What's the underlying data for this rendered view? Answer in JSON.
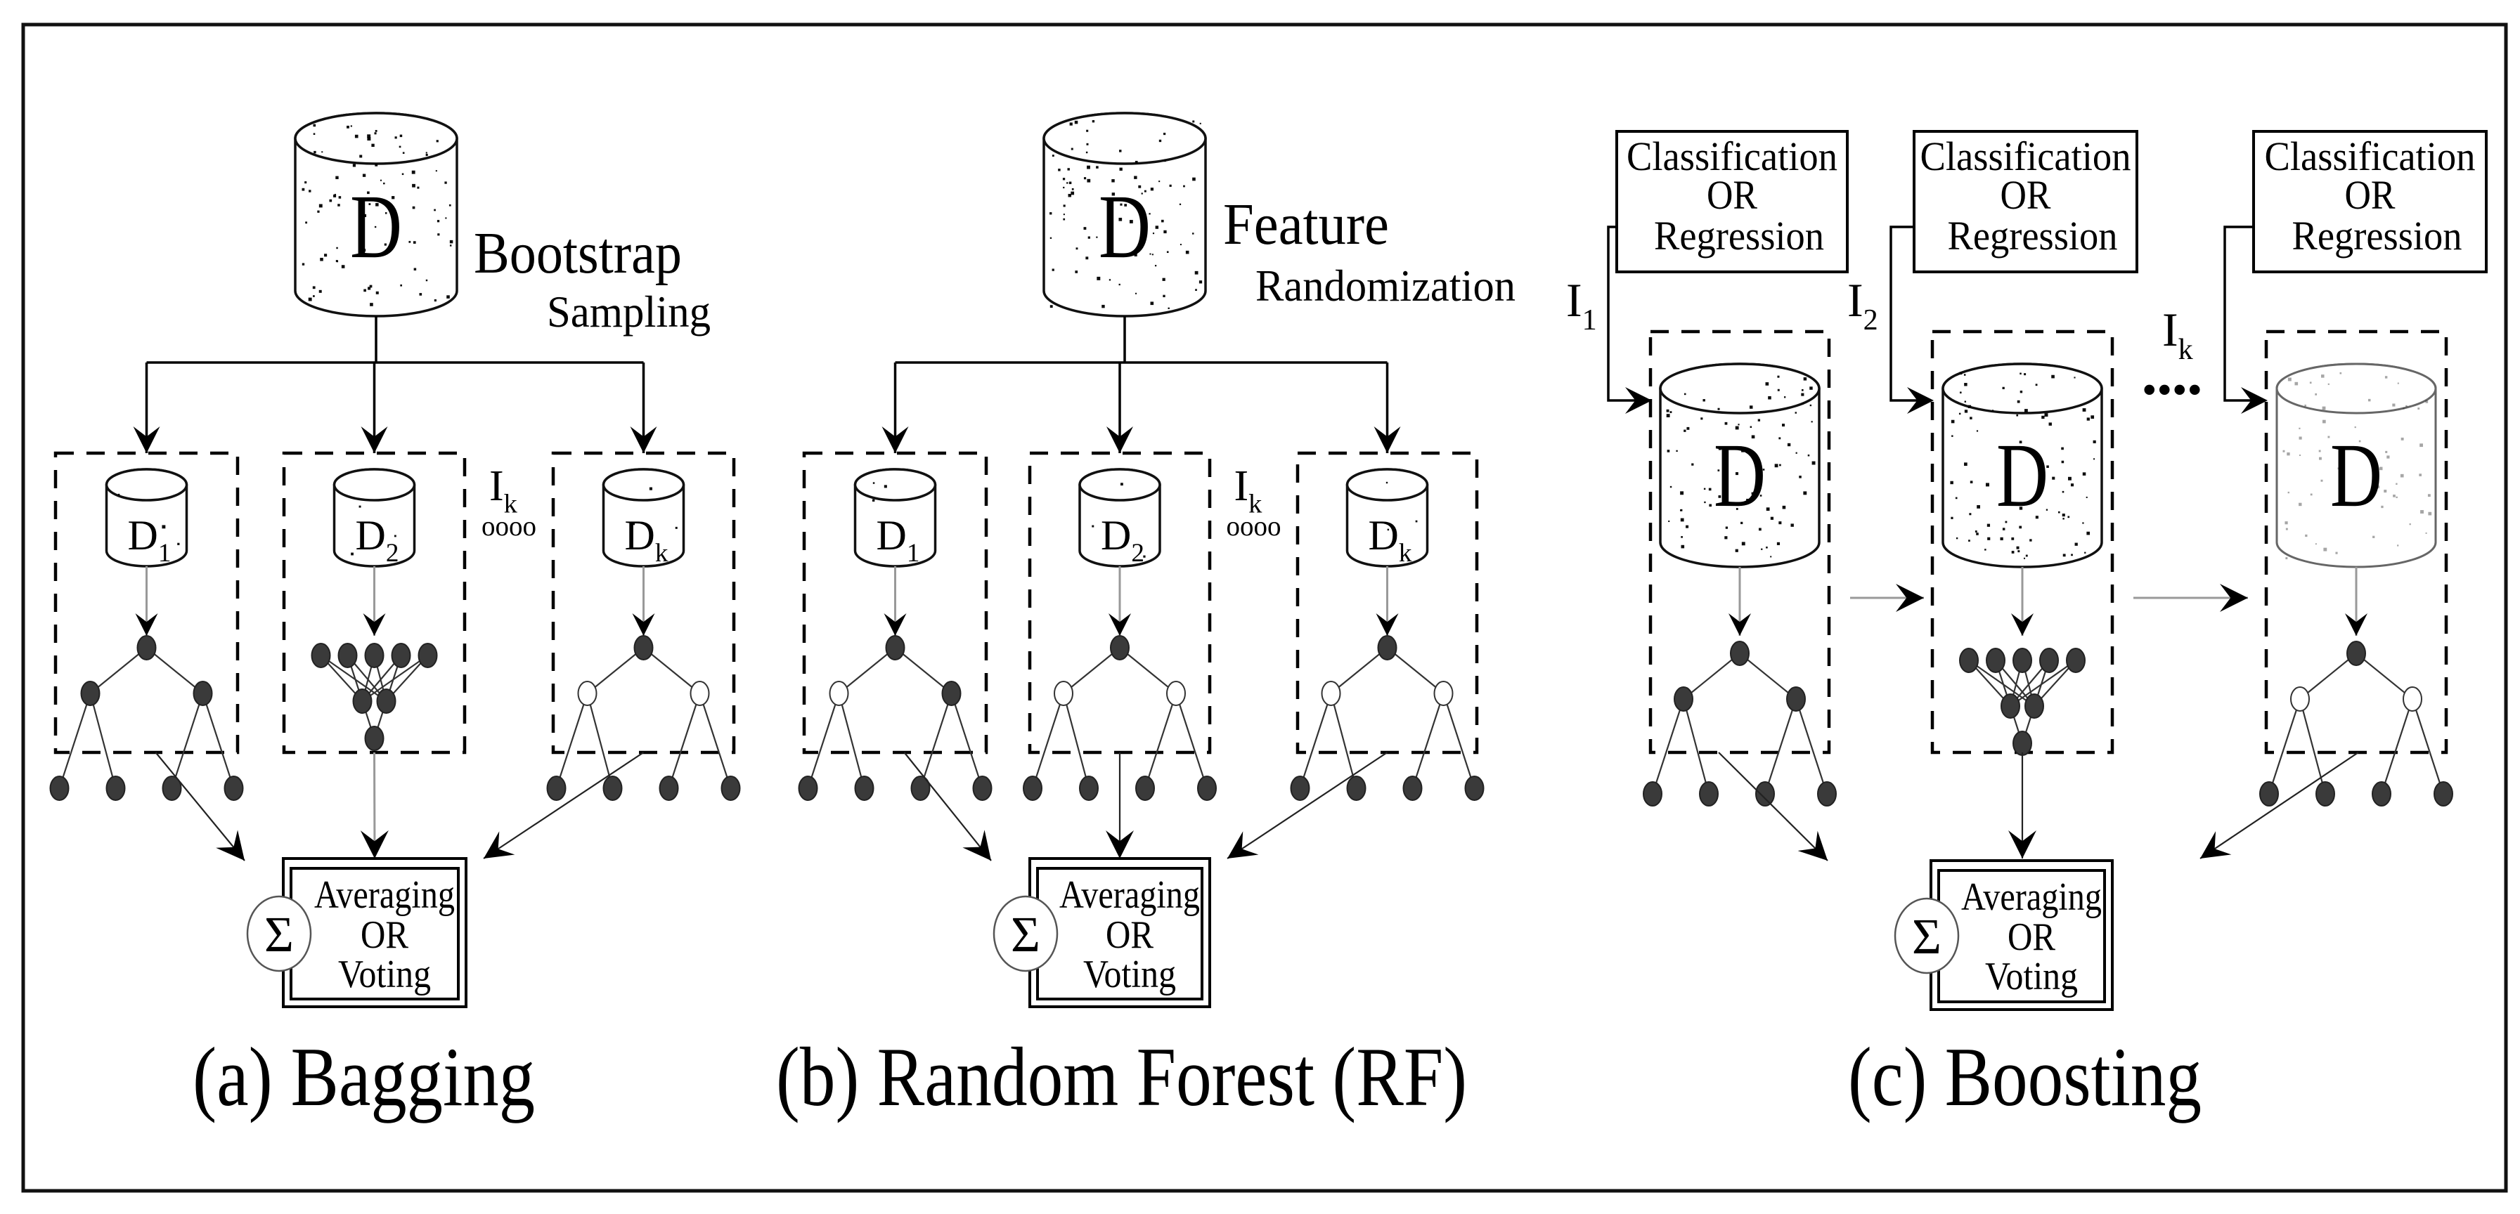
{
  "figure": {
    "panels": [
      {
        "id": "bagging",
        "caption": "(a) Bagging",
        "source_dataset_label": "D",
        "annotation_line1": "Bootstrap",
        "annotation_line2": "Sampling",
        "iteration_label": "I",
        "iteration_subscript": "k",
        "ellipsis": "oooo",
        "subsets": [
          {
            "label": "D",
            "subscript": "1",
            "model": "decision-tree",
            "open_inner_nodes": []
          },
          {
            "label": "D",
            "subscript": "2",
            "model": "neural-network",
            "open_inner_nodes": []
          },
          {
            "label": "D",
            "subscript": "k",
            "model": "decision-tree",
            "open_inner_nodes": [
              "left",
              "right"
            ]
          }
        ],
        "aggregator": {
          "symbol": "Σ",
          "line1": "Averaging",
          "line2": "OR",
          "line3": "Voting"
        }
      },
      {
        "id": "random-forest",
        "caption": "(b) Random Forest (RF)",
        "source_dataset_label": "D",
        "annotation_line1": "Feature",
        "annotation_line2": "Randomization",
        "iteration_label": "I",
        "iteration_subscript": "k",
        "ellipsis": "oooo",
        "subsets": [
          {
            "label": "D",
            "subscript": "1",
            "model": "decision-tree",
            "open_inner_nodes": [
              "left"
            ]
          },
          {
            "label": "D",
            "subscript": "2",
            "model": "decision-tree",
            "open_inner_nodes": [
              "left",
              "right"
            ]
          },
          {
            "label": "D",
            "subscript": "k",
            "model": "decision-tree",
            "open_inner_nodes": [
              "left",
              "right"
            ]
          }
        ],
        "aggregator": {
          "symbol": "Σ",
          "line1": "Averaging",
          "line2": "OR",
          "line3": "Voting"
        }
      },
      {
        "id": "boosting",
        "caption": "(c) Boosting",
        "ellipsis": "••••",
        "stages": [
          {
            "iteration_label": "I",
            "iteration_subscript": "1",
            "dataset_label": "D",
            "model": "decision-tree",
            "open_inner_nodes": [],
            "task_line1": "Classification",
            "task_line2": "OR",
            "task_line3": "Regression"
          },
          {
            "iteration_label": "I",
            "iteration_subscript": "2",
            "dataset_label": "D",
            "model": "neural-network",
            "open_inner_nodes": [],
            "task_line1": "Classification",
            "task_line2": "OR",
            "task_line3": "Regression"
          },
          {
            "iteration_label": "I",
            "iteration_subscript": "k",
            "dataset_label": "D",
            "model": "decision-tree",
            "open_inner_nodes": [
              "left",
              "right"
            ],
            "task_line1": "Classification",
            "task_line2": "OR",
            "task_line3": "Regression"
          }
        ],
        "aggregator": {
          "symbol": "Σ",
          "line1": "Averaging",
          "line2": "OR",
          "line3": "Voting"
        }
      }
    ]
  }
}
